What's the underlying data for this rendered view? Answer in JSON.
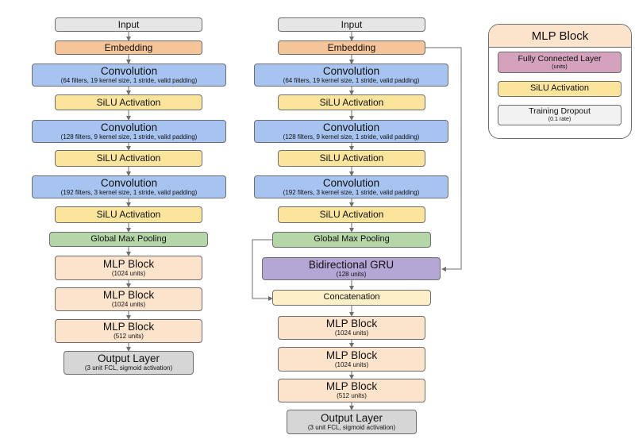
{
  "left_column": {
    "input": "Input",
    "embedding": "Embedding",
    "conv1": {
      "title": "Convolution",
      "detail": "(64 filters, 19 kernel size, 1 stride, valid padding)"
    },
    "act1": "SiLU Activation",
    "conv2": {
      "title": "Convolution",
      "detail": "(128 filters, 9 kernel size, 1 stride, valid padding)"
    },
    "act2": "SiLU Activation",
    "conv3": {
      "title": "Convolution",
      "detail": "(192 filters, 3 kernel size, 1 stride, valid padding)"
    },
    "act3": "SiLU Activation",
    "pool": "Global Max Pooling",
    "mlp1": {
      "title": "MLP Block",
      "detail": "(1024 units)"
    },
    "mlp2": {
      "title": "MLP Block",
      "detail": "(1024 units)"
    },
    "mlp3": {
      "title": "MLP Block",
      "detail": "(512 units)"
    },
    "output": {
      "title": "Output Layer",
      "detail": "(3 unit FCL, sigmoid activation)"
    }
  },
  "middle_column": {
    "input": "Input",
    "embedding": "Embedding",
    "conv1": {
      "title": "Convolution",
      "detail": "(64 filters, 19 kernel size, 1 stride, valid padding)"
    },
    "act1": "SiLU Activation",
    "conv2": {
      "title": "Convolution",
      "detail": "(128 filters, 9 kernel size, 1 stride, valid padding)"
    },
    "act2": "SiLU Activation",
    "conv3": {
      "title": "Convolution",
      "detail": "(192 filters, 3 kernel size, 1 stride, valid padding)"
    },
    "act3": "SiLU Activation",
    "pool": "Global Max Pooling",
    "gru": {
      "title": "Bidirectional GRU",
      "detail": "(128 units)"
    },
    "concat": "Concatenation",
    "mlp1": {
      "title": "MLP Block",
      "detail": "(1024 units)"
    },
    "mlp2": {
      "title": "MLP Block",
      "detail": "(1024 units)"
    },
    "mlp3": {
      "title": "MLP Block",
      "detail": "(512 units)"
    },
    "output": {
      "title": "Output Layer",
      "detail": "(3 unit FCL, sigmoid activation)"
    }
  },
  "mlp_block_legend": {
    "title": "MLP Block",
    "fcl": {
      "title": "Fully Connected Layer",
      "detail": "(units)"
    },
    "activation": "SiLU Activation",
    "dropout": {
      "title": "Training Dropout",
      "detail": "(0.1 rate)"
    }
  },
  "colors": {
    "input": "#e6e6e6",
    "embedding": "#f5c499",
    "convolution": "#a7c3f0",
    "activation": "#fbe49b",
    "pooling": "#b5d6a7",
    "mlp_block": "#fbe3cc",
    "output": "#d6d6d6",
    "gru": "#b4a7d6",
    "concatenation": "#fdf0c8",
    "fully_connected": "#d4a2bc",
    "dropout": "#f2f2f2",
    "edge": "#6e6e6e"
  }
}
